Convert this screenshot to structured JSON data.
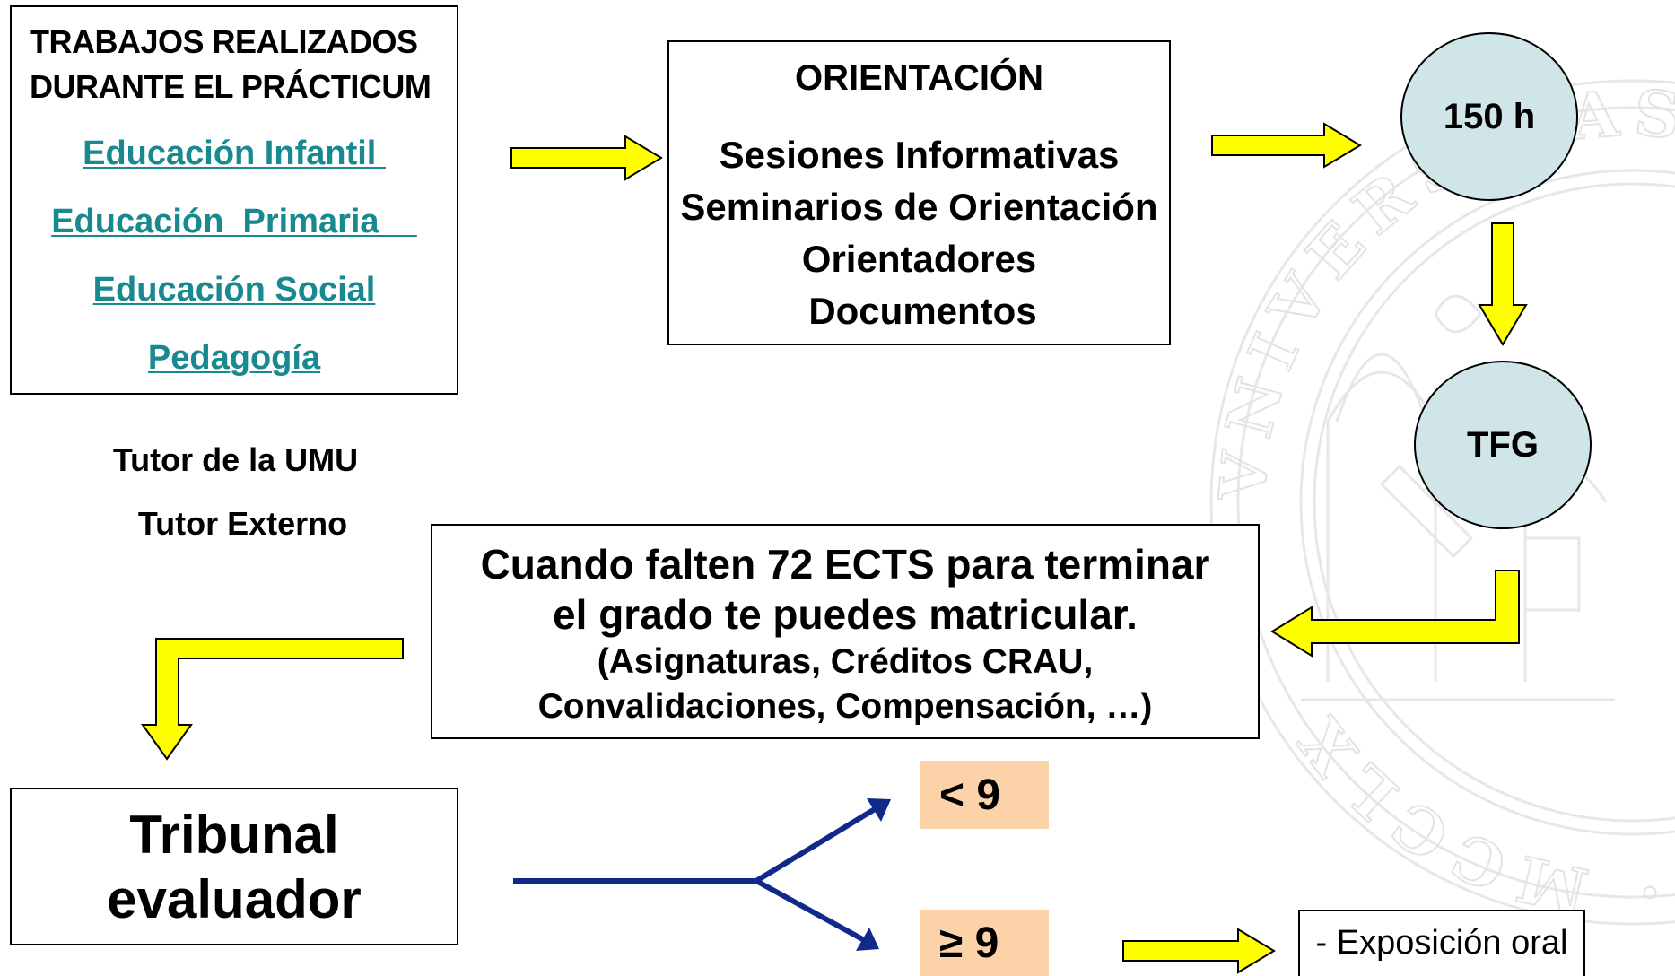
{
  "works_box": {
    "title_line1": "TRABAJOS REALIZADOS",
    "title_line2": "DURANTE EL PRÁCTICUM",
    "links": [
      "Educación Infantil ",
      "Educación  Primaria    ",
      "Educación Social",
      "Pedagogía"
    ]
  },
  "tutors": [
    "Tutor de la UMU",
    "Tutor Externo"
  ],
  "orientation_box": {
    "title": "ORIENTACIÓN",
    "items": [
      "Sesiones Informativas",
      "Seminarios de Orientación",
      "Orientadores",
      "Documentos"
    ]
  },
  "circles": {
    "hours": "150 h",
    "tfg": "TFG"
  },
  "enrollment_box": {
    "line1": "Cuando falten 72 ECTS para terminar",
    "line2": "el grado te puedes matricular.",
    "line3": "(Asignaturas, Créditos CRAU,",
    "line4": "Convalidaciones, Compensación, …)"
  },
  "tribunal_box": {
    "line1": "Tribunal",
    "line2": "evaluador"
  },
  "grades": {
    "low": "< 9",
    "high": "≥ 9"
  },
  "exposition_box": {
    "label": "- Exposición oral"
  },
  "seal": {
    "text": "VNIVERSITAS · STVDIORVM · ANNO · MCCLX"
  },
  "colors": {
    "arrow_fill": "#ffff00",
    "branch_arrow": "#102a8c",
    "link": "#17898f",
    "circle_fill": "#cfe5e8",
    "grade_fill": "#fcd3a8"
  }
}
